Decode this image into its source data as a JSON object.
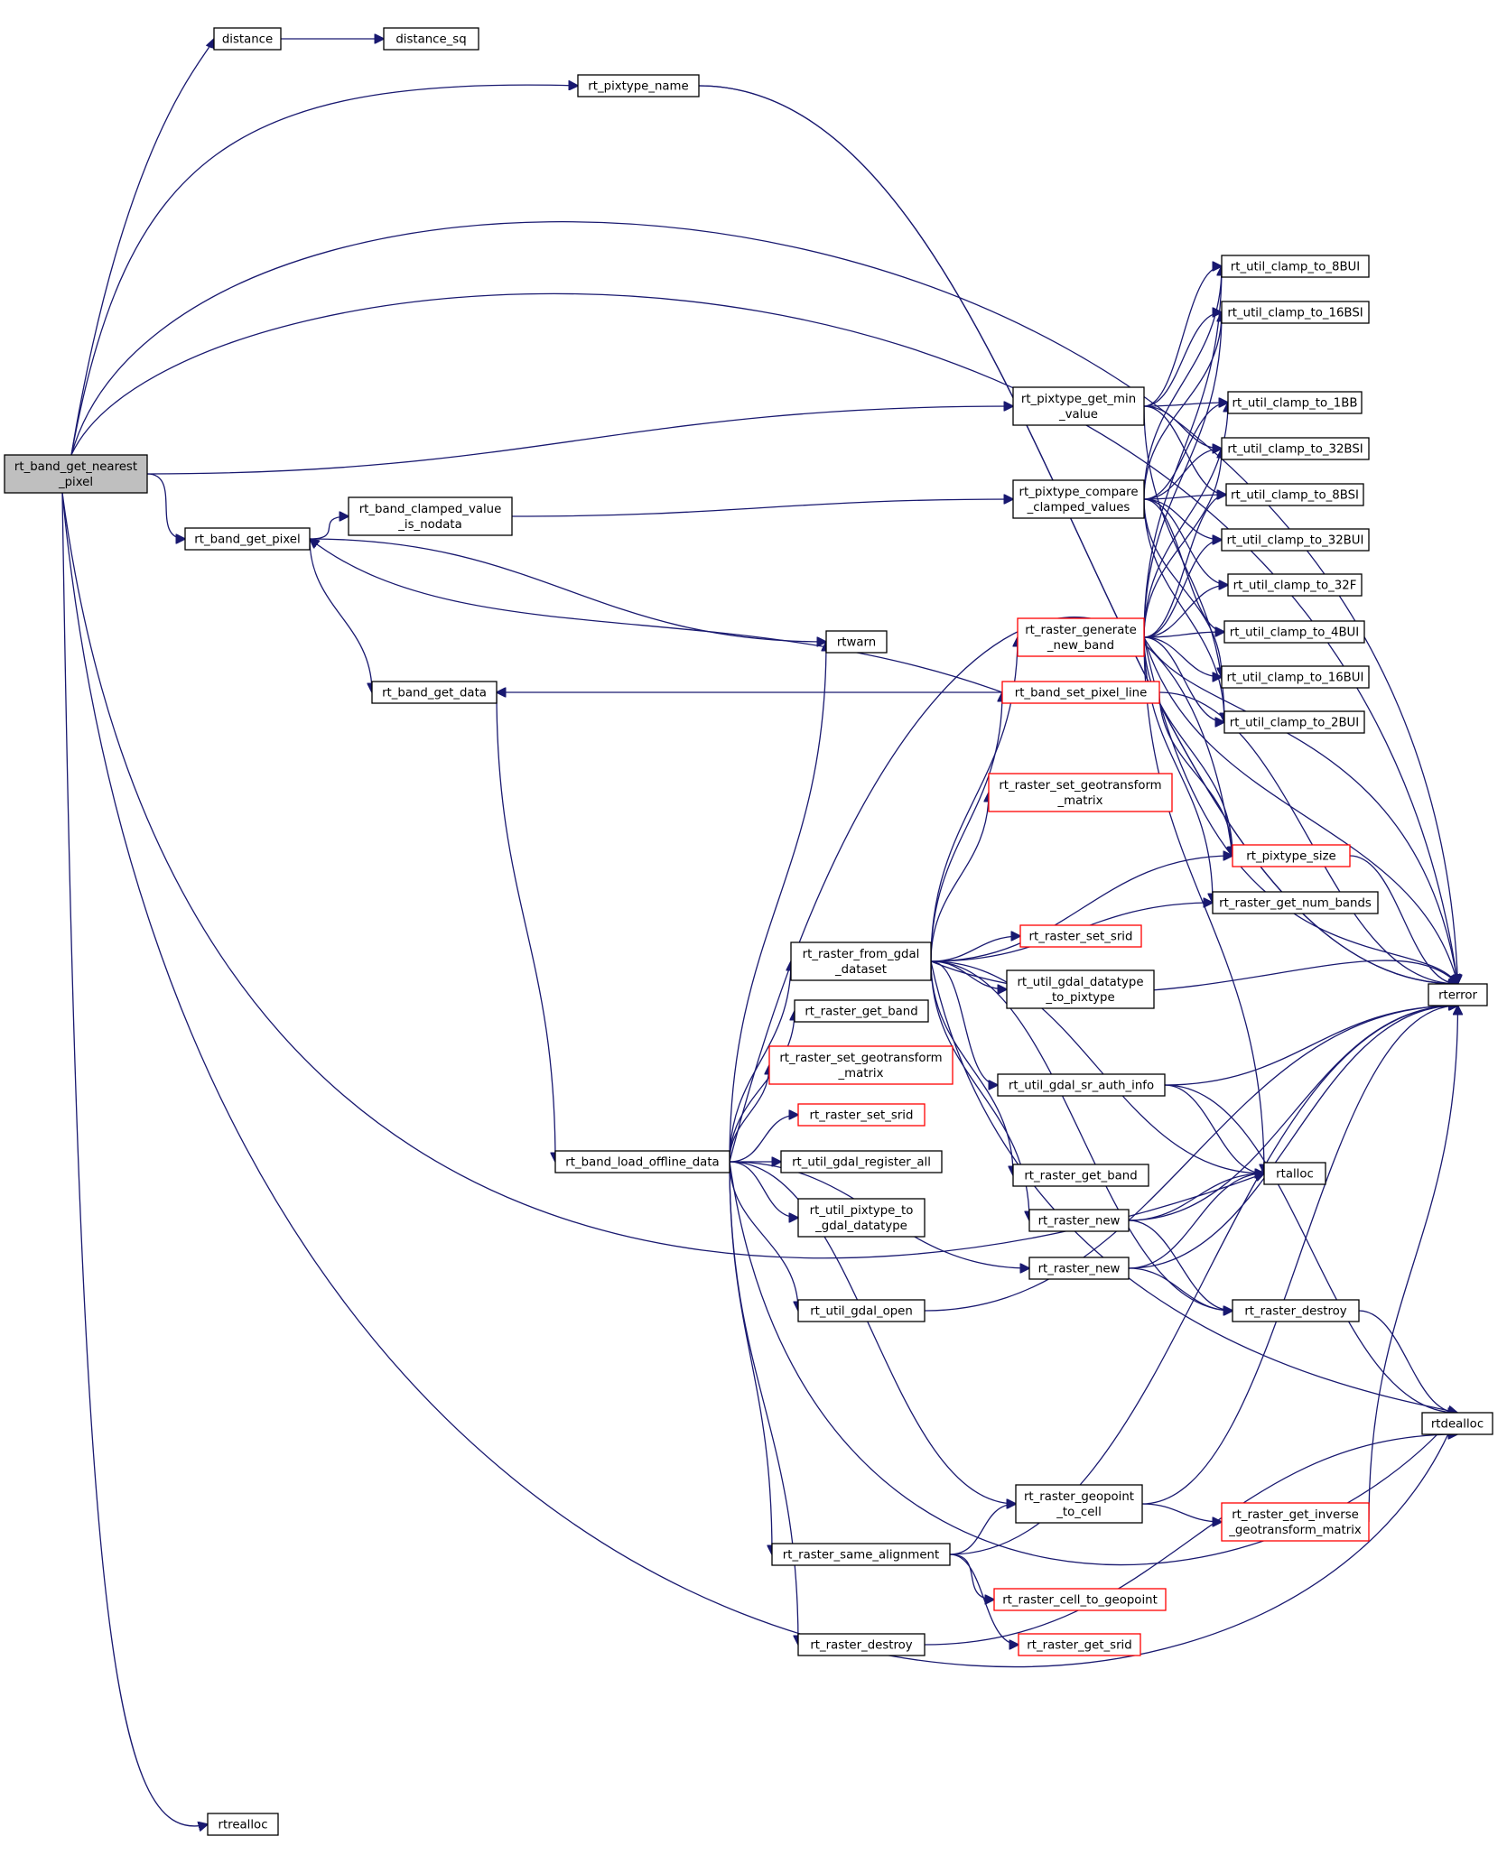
{
  "colors": {
    "edge": "#191970",
    "node_border": "#000000",
    "node_border_incomplete": "#ff0000",
    "node_fill": "#ffffff",
    "root_fill": "#bfbfbf",
    "text": "#000000"
  },
  "nodes": {
    "root": {
      "lines": [
        "rt_band_get_nearest",
        "_pixel"
      ],
      "root": true
    },
    "distance": {
      "lines": [
        "distance"
      ]
    },
    "distance_sq": {
      "lines": [
        "distance_sq"
      ]
    },
    "rt_pixtype_name": {
      "lines": [
        "rt_pixtype_name"
      ]
    },
    "rt_band_get_pixel": {
      "lines": [
        "rt_band_get_pixel"
      ]
    },
    "rt_band_clamped_value_is_nodata": {
      "lines": [
        "rt_band_clamped_value",
        "_is_nodata"
      ]
    },
    "rt_band_get_data": {
      "lines": [
        "rt_band_get_data"
      ]
    },
    "rtwarn": {
      "lines": [
        "rtwarn"
      ]
    },
    "rt_band_load_offline_data": {
      "lines": [
        "rt_band_load_offline_data"
      ]
    },
    "rt_raster_from_gdal_dataset": {
      "lines": [
        "rt_raster_from_gdal",
        "_dataset"
      ]
    },
    "rt_raster_get_band_1": {
      "lines": [
        "rt_raster_get_band"
      ]
    },
    "rt_raster_set_geotransform_matrix_1": {
      "lines": [
        "rt_raster_set_geotransform",
        "_matrix"
      ],
      "incomplete": true
    },
    "rt_raster_set_srid_1": {
      "lines": [
        "rt_raster_set_srid"
      ],
      "incomplete": true
    },
    "rt_util_gdal_register_all": {
      "lines": [
        "rt_util_gdal_register_all"
      ]
    },
    "rt_util_pixtype_to_gdal_datatype": {
      "lines": [
        "rt_util_pixtype_to",
        "_gdal_datatype"
      ]
    },
    "rt_util_gdal_open": {
      "lines": [
        "rt_util_gdal_open"
      ]
    },
    "rt_raster_same_alignment": {
      "lines": [
        "rt_raster_same_alignment"
      ]
    },
    "rt_raster_destroy_1": {
      "lines": [
        "rt_raster_destroy"
      ]
    },
    "rtrealloc": {
      "lines": [
        "rtrealloc"
      ]
    },
    "rt_pixtype_get_min_value": {
      "lines": [
        "rt_pixtype_get_min",
        "_value"
      ]
    },
    "rt_pixtype_compare_clamped_values": {
      "lines": [
        "rt_pixtype_compare",
        "_clamped_values"
      ]
    },
    "rt_raster_generate_new_band": {
      "lines": [
        "rt_raster_generate",
        "_new_band"
      ],
      "incomplete": true
    },
    "rt_band_set_pixel_line": {
      "lines": [
        "rt_band_set_pixel_line"
      ],
      "incomplete": true
    },
    "rt_raster_set_geotransform_matrix_2": {
      "lines": [
        "rt_raster_set_geotransform",
        "_matrix"
      ],
      "incomplete": true
    },
    "rt_raster_set_srid_2": {
      "lines": [
        "rt_raster_set_srid"
      ],
      "incomplete": true
    },
    "rt_util_gdal_datatype_to_pixtype": {
      "lines": [
        "rt_util_gdal_datatype",
        "_to_pixtype"
      ]
    },
    "rt_util_gdal_sr_auth_info": {
      "lines": [
        "rt_util_gdal_sr_auth_info"
      ]
    },
    "rt_raster_get_band_2": {
      "lines": [
        "rt_raster_get_band"
      ]
    },
    "rt_raster_new_1": {
      "lines": [
        "rt_raster_new"
      ]
    },
    "rt_raster_new_2": {
      "lines": [
        "rt_raster_new"
      ]
    },
    "rt_raster_geopoint_to_cell": {
      "lines": [
        "rt_raster_geopoint",
        "_to_cell"
      ]
    },
    "rt_raster_cell_to_geopoint": {
      "lines": [
        "rt_raster_cell_to_geopoint"
      ],
      "incomplete": true
    },
    "rt_raster_get_srid": {
      "lines": [
        "rt_raster_get_srid"
      ],
      "incomplete": true
    },
    "rt_util_clamp_to_8BUI": {
      "lines": [
        "rt_util_clamp_to_8BUI"
      ]
    },
    "rt_util_clamp_to_16BSI": {
      "lines": [
        "rt_util_clamp_to_16BSI"
      ]
    },
    "rt_util_clamp_to_1BB": {
      "lines": [
        "rt_util_clamp_to_1BB"
      ]
    },
    "rt_util_clamp_to_32BSI": {
      "lines": [
        "rt_util_clamp_to_32BSI"
      ]
    },
    "rt_util_clamp_to_8BSI": {
      "lines": [
        "rt_util_clamp_to_8BSI"
      ]
    },
    "rt_util_clamp_to_32BUI": {
      "lines": [
        "rt_util_clamp_to_32BUI"
      ]
    },
    "rt_util_clamp_to_32F": {
      "lines": [
        "rt_util_clamp_to_32F"
      ]
    },
    "rt_util_clamp_to_4BUI": {
      "lines": [
        "rt_util_clamp_to_4BUI"
      ]
    },
    "rt_util_clamp_to_16BUI": {
      "lines": [
        "rt_util_clamp_to_16BUI"
      ]
    },
    "rt_util_clamp_to_2BUI": {
      "lines": [
        "rt_util_clamp_to_2BUI"
      ]
    },
    "rt_pixtype_size": {
      "lines": [
        "rt_pixtype_size"
      ],
      "incomplete": true
    },
    "rt_raster_get_num_bands": {
      "lines": [
        "rt_raster_get_num_bands"
      ]
    },
    "rt_raster_destroy_2": {
      "lines": [
        "rt_raster_destroy"
      ]
    },
    "rt_raster_get_inverse_geotransform_matrix": {
      "lines": [
        "rt_raster_get_inverse",
        "_geotransform_matrix"
      ],
      "incomplete": true
    },
    "rtalloc": {
      "lines": [
        "rtalloc"
      ]
    },
    "rterror": {
      "lines": [
        "rterror"
      ]
    },
    "rtdealloc": {
      "lines": [
        "rtdealloc"
      ]
    }
  },
  "edges": [
    [
      "root",
      "distance"
    ],
    [
      "root",
      "rt_pixtype_name"
    ],
    [
      "root",
      "rterror"
    ],
    [
      "root",
      "rterror"
    ],
    [
      "root",
      "rt_pixtype_get_min_value"
    ],
    [
      "root",
      "rt_band_get_pixel"
    ],
    [
      "root",
      "rtalloc"
    ],
    [
      "root",
      "rtdealloc"
    ],
    [
      "root",
      "rtrealloc"
    ],
    [
      "distance",
      "distance_sq"
    ],
    [
      "rt_pixtype_name",
      "rterror"
    ],
    [
      "rt_band_get_pixel",
      "rt_band_clamped_value_is_nodata"
    ],
    [
      "rt_band_get_pixel",
      "rt_band_get_data"
    ],
    [
      "rt_band_get_pixel",
      "rtwarn"
    ],
    [
      "rt_band_clamped_value_is_nodata",
      "rt_pixtype_compare_clamped_values"
    ],
    [
      "rt_band_get_data",
      "rt_band_load_offline_data"
    ],
    [
      "rt_band_load_offline_data",
      "rtwarn"
    ],
    [
      "rt_band_load_offline_data",
      "rt_raster_from_gdal_dataset"
    ],
    [
      "rt_band_load_offline_data",
      "rt_raster_get_band_1"
    ],
    [
      "rt_band_load_offline_data",
      "rt_raster_set_geotransform_matrix_1"
    ],
    [
      "rt_band_load_offline_data",
      "rt_raster_set_srid_1"
    ],
    [
      "rt_band_load_offline_data",
      "rt_util_gdal_register_all"
    ],
    [
      "rt_band_load_offline_data",
      "rt_util_pixtype_to_gdal_datatype"
    ],
    [
      "rt_band_load_offline_data",
      "rt_raster_new_2"
    ],
    [
      "rt_band_load_offline_data",
      "rt_util_gdal_open"
    ],
    [
      "rt_band_load_offline_data",
      "rt_raster_geopoint_to_cell"
    ],
    [
      "rt_band_load_offline_data",
      "rt_raster_same_alignment"
    ],
    [
      "rt_band_load_offline_data",
      "rt_raster_destroy_1"
    ],
    [
      "rt_band_load_offline_data",
      "rt_pixtype_size"
    ],
    [
      "rt_band_load_offline_data",
      "rtdealloc"
    ],
    [
      "rt_raster_from_gdal_dataset",
      "rt_raster_generate_new_band"
    ],
    [
      "rt_raster_from_gdal_dataset",
      "rt_band_set_pixel_line"
    ],
    [
      "rt_raster_from_gdal_dataset",
      "rt_raster_set_geotransform_matrix_2"
    ],
    [
      "rt_raster_from_gdal_dataset",
      "rt_pixtype_size"
    ],
    [
      "rt_raster_from_gdal_dataset",
      "rt_raster_set_srid_2"
    ],
    [
      "rt_raster_from_gdal_dataset",
      "rt_util_gdal_datatype_to_pixtype"
    ],
    [
      "rt_raster_from_gdal_dataset",
      "rt_util_gdal_sr_auth_info"
    ],
    [
      "rt_raster_from_gdal_dataset",
      "rt_raster_get_band_2"
    ],
    [
      "rt_raster_from_gdal_dataset",
      "rt_raster_new_1"
    ],
    [
      "rt_raster_from_gdal_dataset",
      "rt_raster_destroy_2"
    ],
    [
      "rt_raster_from_gdal_dataset",
      "rtalloc"
    ],
    [
      "rt_raster_from_gdal_dataset",
      "rt_raster_get_num_bands"
    ],
    [
      "rt_raster_from_gdal_dataset",
      "rterror"
    ],
    [
      "rt_raster_from_gdal_dataset",
      "rtdealloc"
    ],
    [
      "rt_pixtype_get_min_value",
      "rt_util_clamp_to_1BB"
    ],
    [
      "rt_pixtype_get_min_value",
      "rt_util_clamp_to_2BUI"
    ],
    [
      "rt_pixtype_get_min_value",
      "rt_util_clamp_to_8BUI"
    ],
    [
      "rt_pixtype_get_min_value",
      "rt_util_clamp_to_16BSI"
    ],
    [
      "rt_pixtype_get_min_value",
      "rt_util_clamp_to_32BSI"
    ],
    [
      "rt_pixtype_get_min_value",
      "rt_util_clamp_to_8BSI"
    ],
    [
      "rt_pixtype_compare_clamped_values",
      "rt_util_clamp_to_1BB"
    ],
    [
      "rt_pixtype_compare_clamped_values",
      "rt_util_clamp_to_8BUI"
    ],
    [
      "rt_pixtype_compare_clamped_values",
      "rt_util_clamp_to_16BSI"
    ],
    [
      "rt_pixtype_compare_clamped_values",
      "rt_util_clamp_to_32BSI"
    ],
    [
      "rt_pixtype_compare_clamped_values",
      "rt_util_clamp_to_8BSI"
    ],
    [
      "rt_pixtype_compare_clamped_values",
      "rt_util_clamp_to_32BUI"
    ],
    [
      "rt_pixtype_compare_clamped_values",
      "rt_util_clamp_to_32F"
    ],
    [
      "rt_pixtype_compare_clamped_values",
      "rt_util_clamp_to_4BUI"
    ],
    [
      "rt_pixtype_compare_clamped_values",
      "rt_util_clamp_to_16BUI"
    ],
    [
      "rt_pixtype_compare_clamped_values",
      "rt_util_clamp_to_2BUI"
    ],
    [
      "rt_raster_generate_new_band",
      "rt_util_clamp_to_8BUI"
    ],
    [
      "rt_raster_generate_new_band",
      "rt_util_clamp_to_16BSI"
    ],
    [
      "rt_raster_generate_new_band",
      "rt_util_clamp_to_1BB"
    ],
    [
      "rt_raster_generate_new_band",
      "rt_util_clamp_to_32BSI"
    ],
    [
      "rt_raster_generate_new_band",
      "rt_util_clamp_to_8BSI"
    ],
    [
      "rt_raster_generate_new_band",
      "rt_util_clamp_to_32BUI"
    ],
    [
      "rt_raster_generate_new_band",
      "rt_util_clamp_to_32F"
    ],
    [
      "rt_raster_generate_new_band",
      "rt_util_clamp_to_4BUI"
    ],
    [
      "rt_raster_generate_new_band",
      "rt_util_clamp_to_16BUI"
    ],
    [
      "rt_raster_generate_new_band",
      "rt_util_clamp_to_2BUI"
    ],
    [
      "rt_raster_generate_new_band",
      "rt_pixtype_size"
    ],
    [
      "rt_raster_generate_new_band",
      "rt_raster_get_num_bands"
    ],
    [
      "rt_raster_generate_new_band",
      "rtalloc"
    ],
    [
      "rt_raster_generate_new_band",
      "rterror"
    ],
    [
      "rt_raster_generate_new_band",
      "rterror"
    ],
    [
      "rt_raster_generate_new_band",
      "rterror"
    ],
    [
      "rt_band_set_pixel_line",
      "rt_band_get_data"
    ],
    [
      "rt_band_set_pixel_line",
      "rt_band_get_pixel"
    ],
    [
      "rt_band_set_pixel_line",
      "rt_pixtype_size"
    ],
    [
      "rt_band_set_pixel_line",
      "rterror"
    ],
    [
      "rt_util_gdal_sr_auth_info",
      "rtalloc"
    ],
    [
      "rt_util_gdal_sr_auth_info",
      "rterror"
    ],
    [
      "rt_util_gdal_sr_auth_info",
      "rtdealloc"
    ],
    [
      "rt_raster_new_1",
      "rtalloc"
    ],
    [
      "rt_raster_new_1",
      "rt_raster_destroy_2"
    ],
    [
      "rt_raster_new_1",
      "rterror"
    ],
    [
      "rt_raster_new_2",
      "rtalloc"
    ],
    [
      "rt_raster_new_2",
      "rt_raster_destroy_2"
    ],
    [
      "rt_raster_new_2",
      "rterror"
    ],
    [
      "rt_util_gdal_open",
      "rterror"
    ],
    [
      "rt_raster_geopoint_to_cell",
      "rt_raster_get_inverse_geotransform_matrix"
    ],
    [
      "rt_raster_geopoint_to_cell",
      "rterror"
    ],
    [
      "rt_raster_same_alignment",
      "rt_raster_geopoint_to_cell"
    ],
    [
      "rt_raster_same_alignment",
      "rt_raster_cell_to_geopoint"
    ],
    [
      "rt_raster_same_alignment",
      "rt_raster_get_srid"
    ],
    [
      "rt_raster_same_alignment",
      "rterror"
    ],
    [
      "rt_raster_destroy_1",
      "rtdealloc"
    ],
    [
      "rt_raster_destroy_2",
      "rtdealloc"
    ],
    [
      "rt_raster_get_inverse_geotransform_matrix",
      "rterror"
    ],
    [
      "rt_pixtype_size",
      "rterror"
    ],
    [
      "rt_pixtype_name",
      "rterror"
    ]
  ]
}
